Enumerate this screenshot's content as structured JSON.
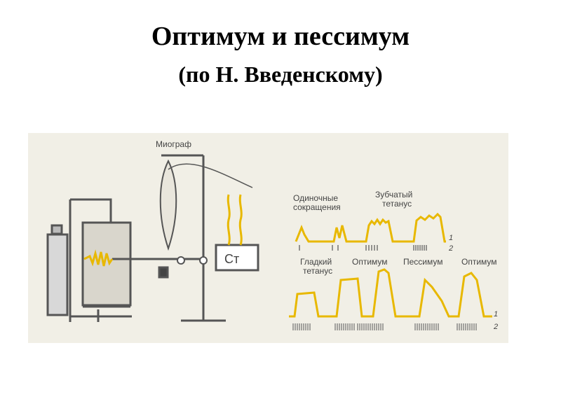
{
  "title": "Оптимум и пессимум",
  "subtitle": "(по Н. Введенскому)",
  "diagram": {
    "apparatus": {
      "myograph_label": "Миограф",
      "stimulator_label": "Ст"
    },
    "top_row": {
      "labels": {
        "single": [
          "Одиночные",
          "сокращения"
        ],
        "serrated": [
          "Зубчатый",
          "тетанус"
        ]
      },
      "trace_numbers": [
        "1",
        "2"
      ]
    },
    "bottom_row": {
      "labels": {
        "smooth": [
          "Гладкий",
          "тетанус"
        ],
        "optimum_1": "Оптимум",
        "pessimum": "Пессимум",
        "optimum_2": "Оптимум"
      },
      "trace_numbers": [
        "1",
        "2"
      ]
    },
    "colors": {
      "trace": "#e8b800",
      "apparatus": "#555555",
      "background": "#f1efe6"
    }
  }
}
